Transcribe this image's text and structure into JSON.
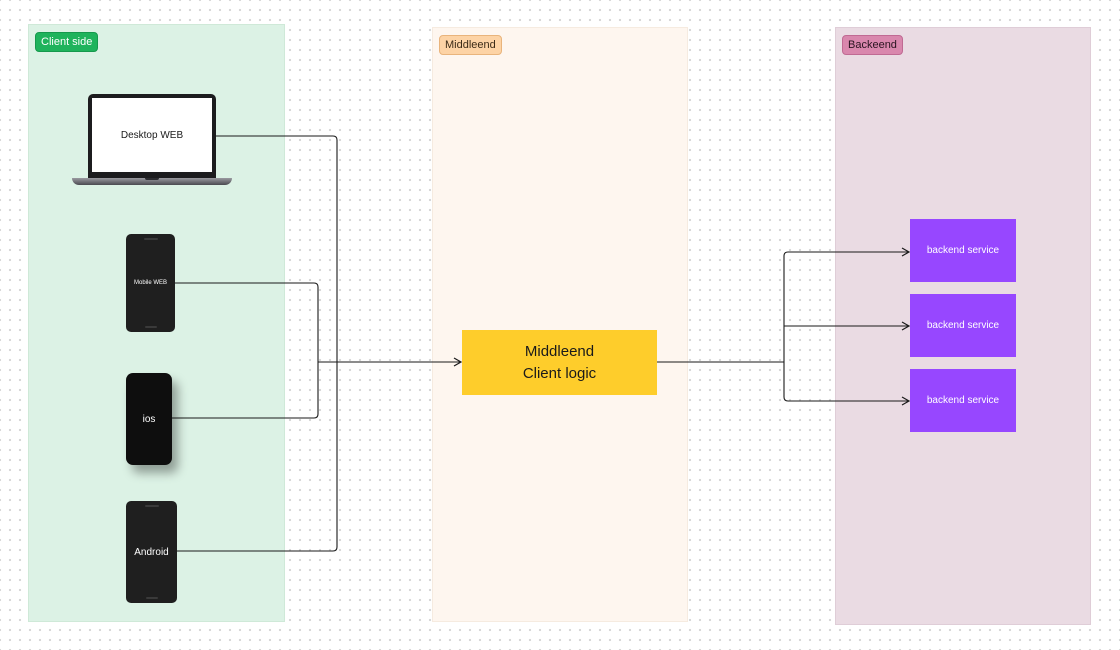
{
  "sections": {
    "client": {
      "label": "Client side"
    },
    "middle": {
      "label": "Middleend"
    },
    "back": {
      "label": "Backeend"
    }
  },
  "clients": {
    "desktop": "Desktop WEB",
    "mobile": "Mobile WEB",
    "ios": "ios",
    "android": "Android"
  },
  "middle_box": {
    "line1": "Middleend",
    "line2": "Client logic"
  },
  "services": [
    {
      "label": "backend service"
    },
    {
      "label": "backend service"
    },
    {
      "label": "backend service"
    }
  ],
  "colors": {
    "client_bg": "#dcf2e5",
    "client_tag": "#1fb35c",
    "middle_bg": "#fef6ef",
    "middle_tag": "#fdd3a5",
    "back_bg": "#eadbe3",
    "back_tag": "#d987ad",
    "middle_box": "#fecd2b",
    "service": "#9747ff",
    "connector": "#1a1a1a"
  }
}
